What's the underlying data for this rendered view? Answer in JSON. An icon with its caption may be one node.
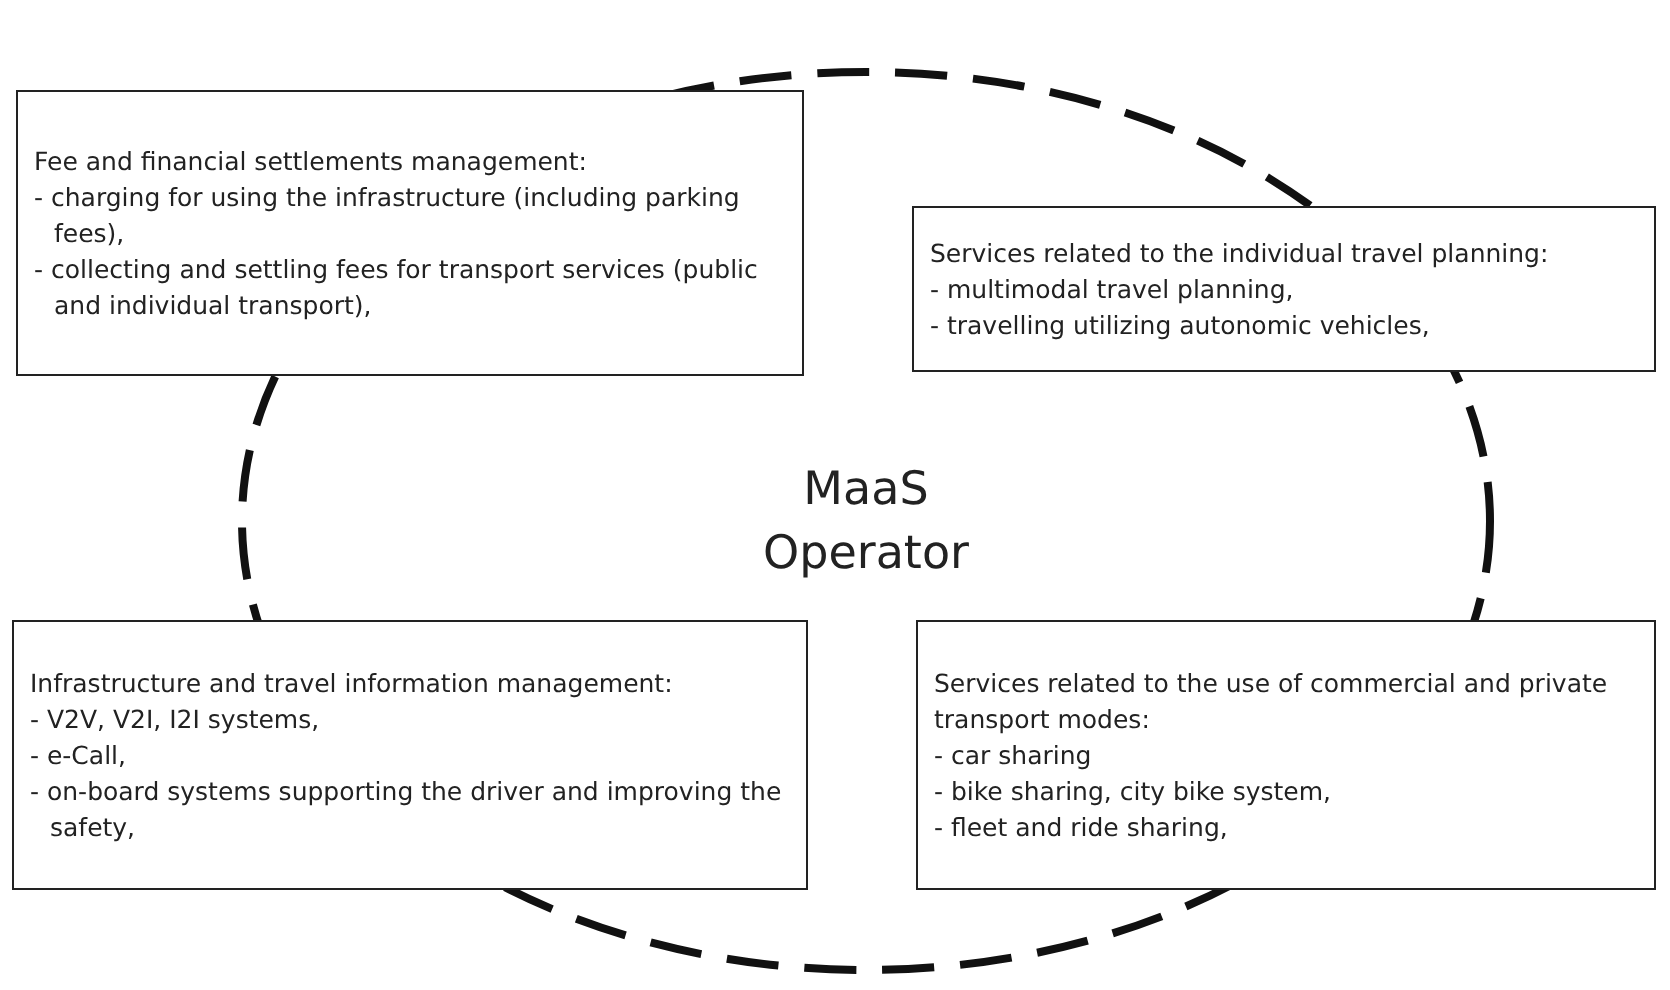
{
  "diagram": {
    "nodes": [
      {
        "text": [
          "Fee and financial settlements management:",
          "- charging for using the infrastructure (including parking fees),",
          "- collecting and settling fees for transport services (public and individual transport),"
        ]
      },
      {
        "text": [
          "Services related to the individual travel planning:",
          "- multimodal travel planning,",
          "- travelling utilizing autonomic vehicles,"
        ]
      },
      {
        "text": [
          "MaaS Operator"
        ]
      },
      {
        "text": [
          "Infrastructure and travel information management:",
          "- V2V, V2I, I2I systems,",
          "- e-Call,",
          "- on-board systems supporting the driver and improving the safety,"
        ]
      },
      {
        "text": [
          "Services related to the use of commercial and private transport modes:",
          "- car sharing",
          "- bike sharing, city bike system,",
          "- fleet and ride sharing,"
        ]
      }
    ]
  }
}
